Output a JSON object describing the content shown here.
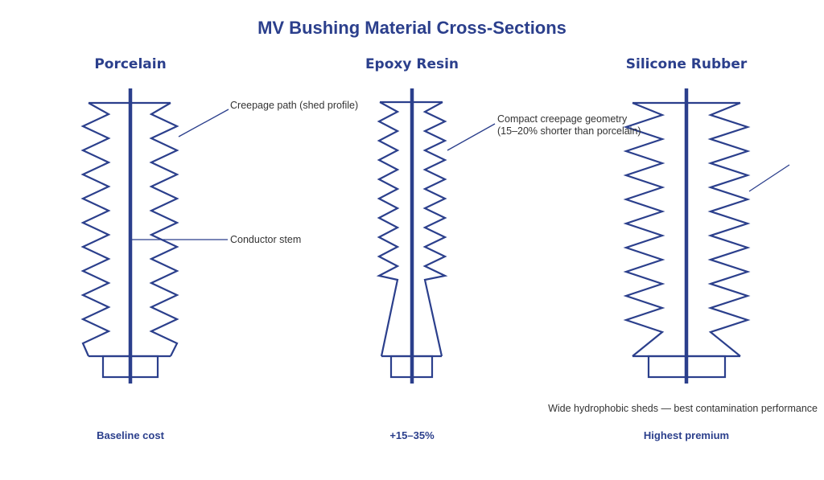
{
  "title": "MV Bushing Material Cross-Sections",
  "colors": {
    "accent": "#2b3f8c",
    "annotation": "#333333"
  },
  "columns": [
    {
      "name": "Porcelain",
      "cost": "Baseline cost"
    },
    {
      "name": "Epoxy Resin",
      "cost": "+15–35%"
    },
    {
      "name": "Silicone Rubber",
      "cost": "Highest premium"
    }
  ],
  "annotations": {
    "porcelain_creepage": "Creepage path (shed profile)",
    "porcelain_conductor": "Conductor stem",
    "epoxy_line1": "Compact creepage geometry",
    "epoxy_line2": "(15–20% shorter than porcelain)",
    "silicone_note": "Wide hydrophobic sheds — best contamination performance"
  }
}
